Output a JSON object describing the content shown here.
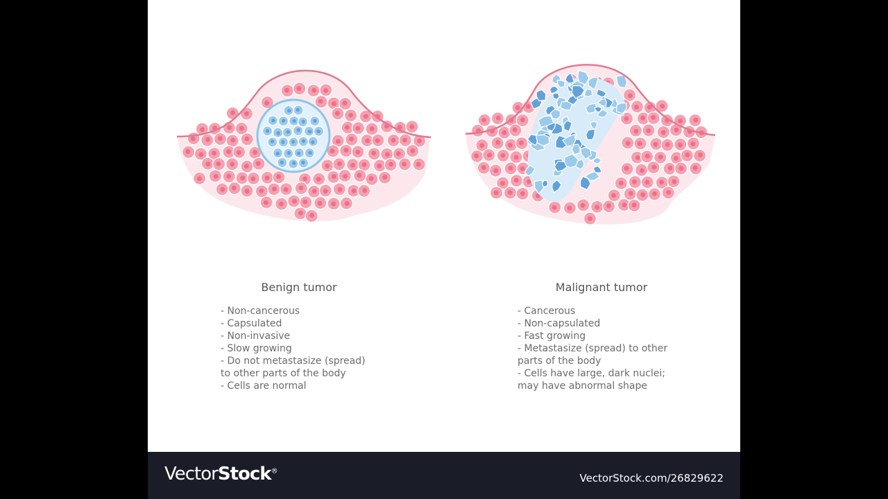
{
  "benign": {
    "title": "Benign tumor",
    "items": [
      "- Non-cancerous",
      "- Capsulated",
      "- Non-invasive",
      "- Slow growing",
      "- Do not metastasize (spread)",
      "to other parts of the body",
      "- Cells are normal"
    ]
  },
  "malignant": {
    "title": "Malignant tumor",
    "items": [
      "- Cancerous",
      "- Non-capsulated",
      "- Fast growing",
      "- Metastasize (spread) to other",
      "parts of the body",
      "- Cells have large, dark nuclei;",
      "may have abnormal shape"
    ]
  },
  "footer": {
    "brand_regular": "Vector",
    "brand_bold": "Stock",
    "brand_mark": "®",
    "url": "VectorStock.com/26829622"
  },
  "colors": {
    "normal_cell": "#f5a0b0",
    "normal_nucleus": "#ec7088",
    "tissue": "#fce8ec",
    "outline": "#e07a8e",
    "tumor_cell": "#9ccaea",
    "tumor_nucleus": "#62a2d8",
    "capsule": "#8ec4ea",
    "footer_bg": "#1a1c28"
  }
}
